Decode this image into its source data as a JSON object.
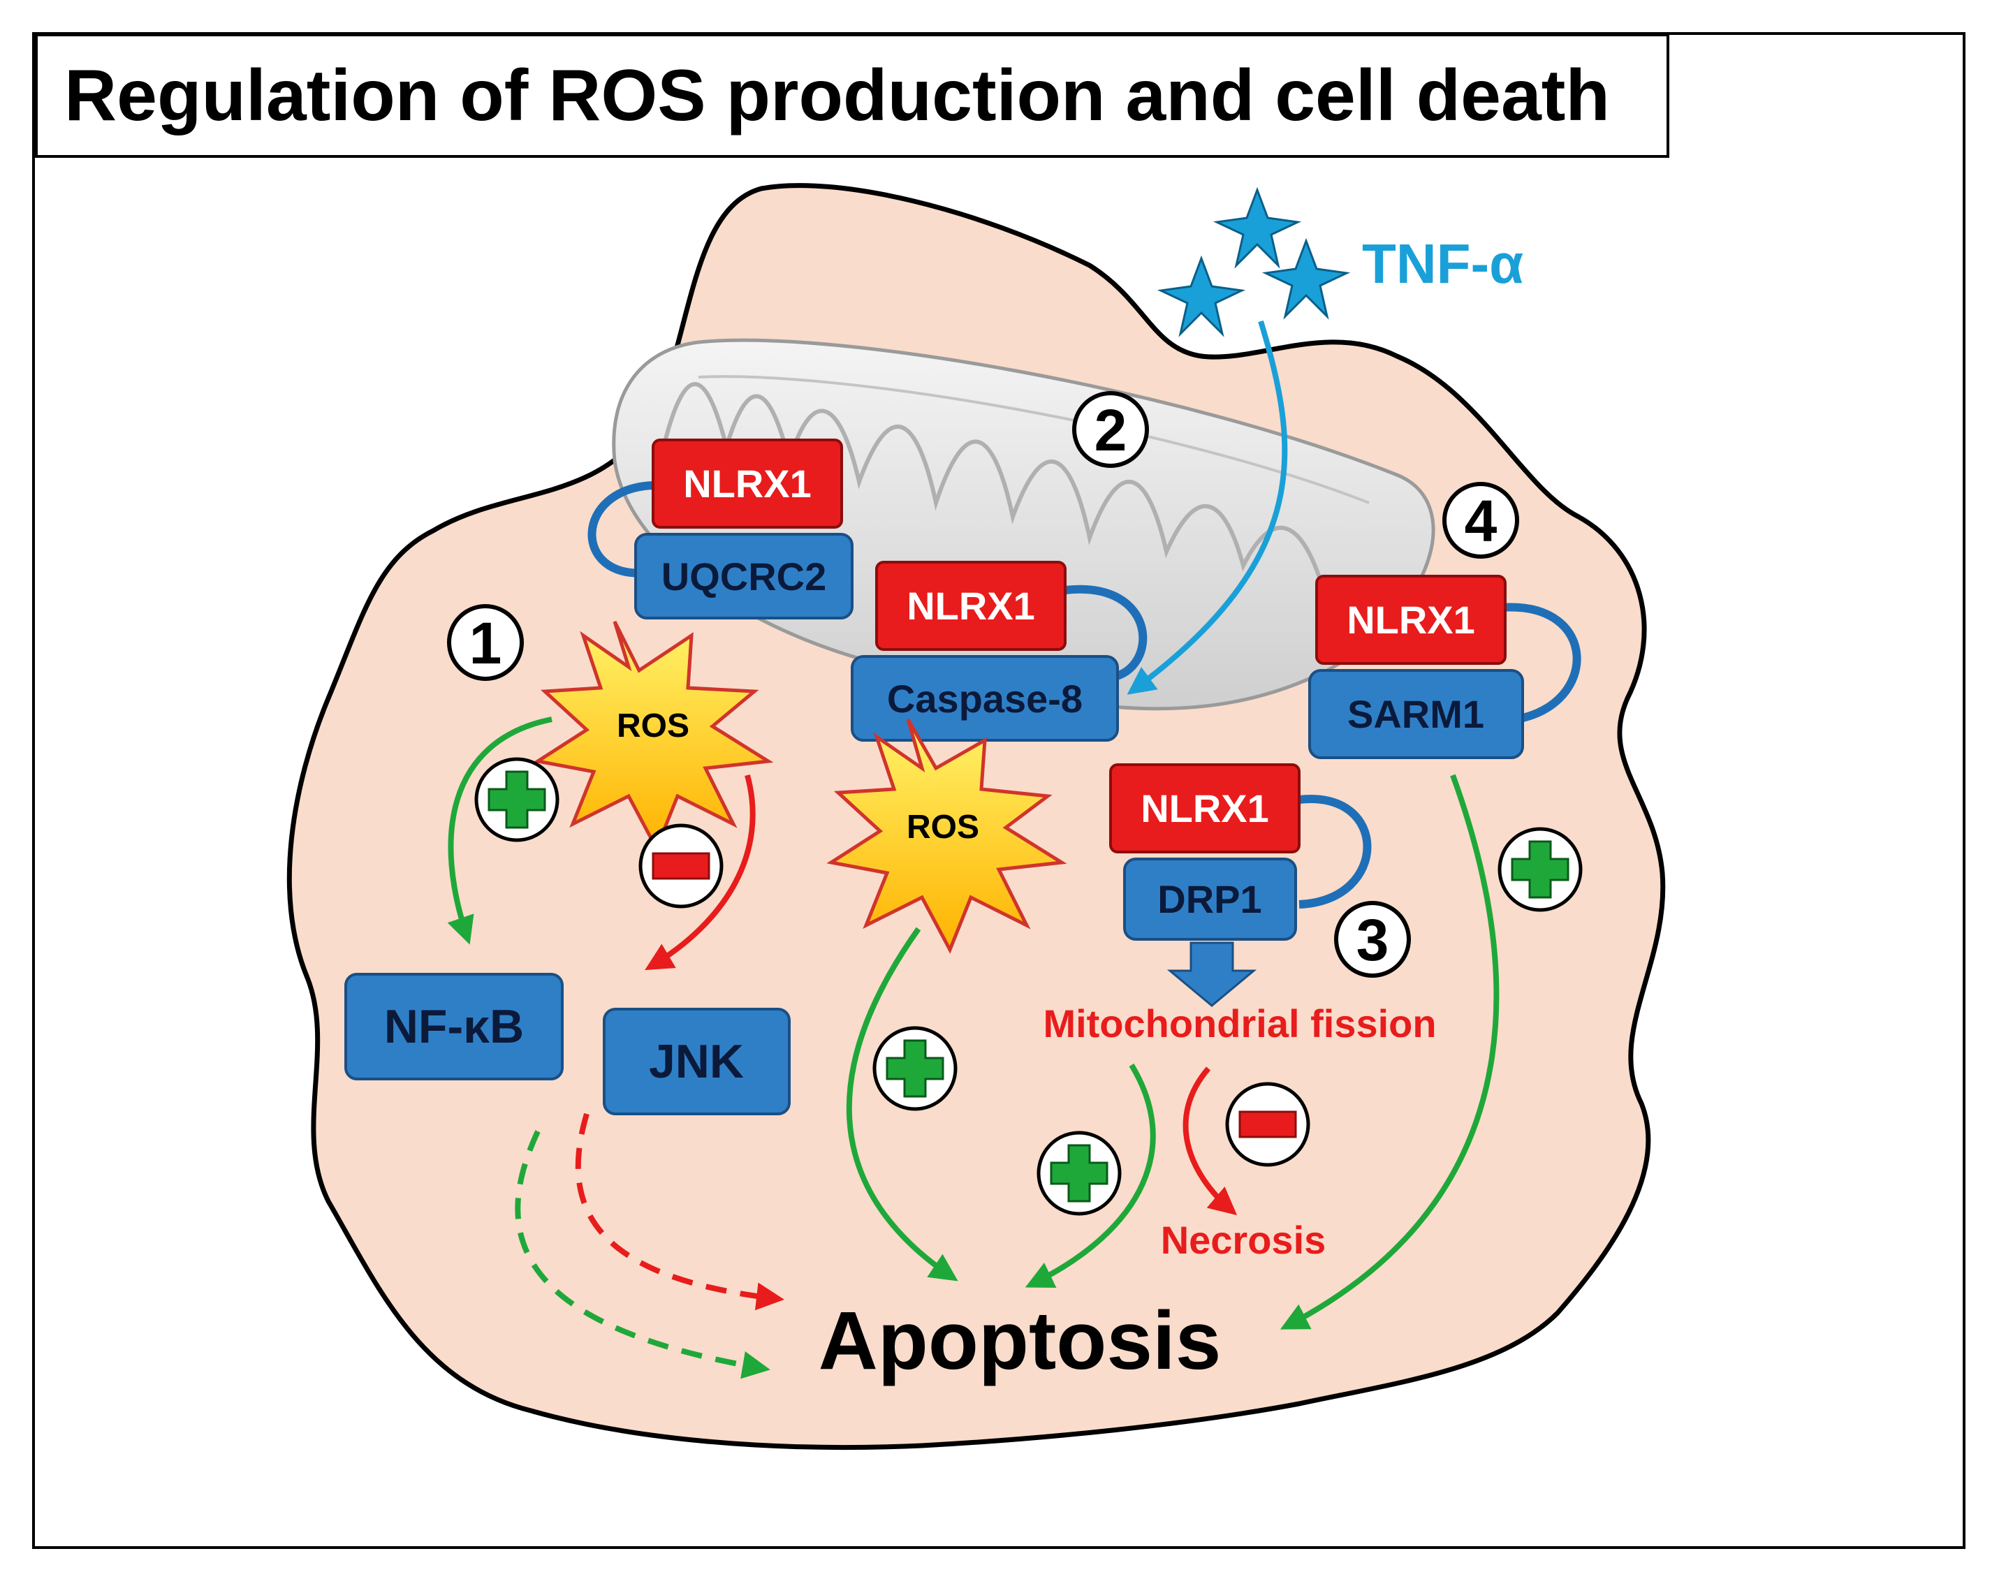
{
  "title": "Regulation of ROS production and cell death",
  "ligand": "TNF-α",
  "markers": [
    "1",
    "2",
    "3",
    "4"
  ],
  "proteins": {
    "nlrx1": "NLRX1",
    "uqcrc2": "UQCRC2",
    "caspase8": "Caspase-8",
    "sarm1": "SARM1",
    "drp1": "DRP1",
    "nfkb": "NF-κB",
    "jnk": "JNK"
  },
  "ros": "ROS",
  "outcomes": {
    "fission": "Mitochondrial fission",
    "necrosis": "Necrosis",
    "apoptosis": "Apoptosis"
  },
  "colors": {
    "cell_fill": "#f9dccb",
    "red_box": "#e81c1c",
    "blue_box": "#2f7fc7",
    "green_arrow": "#1fa83a",
    "red_arrow": "#e81c1c",
    "tnf_blue": "#1aa0d8",
    "ros_yellow": "#ffd21f"
  }
}
